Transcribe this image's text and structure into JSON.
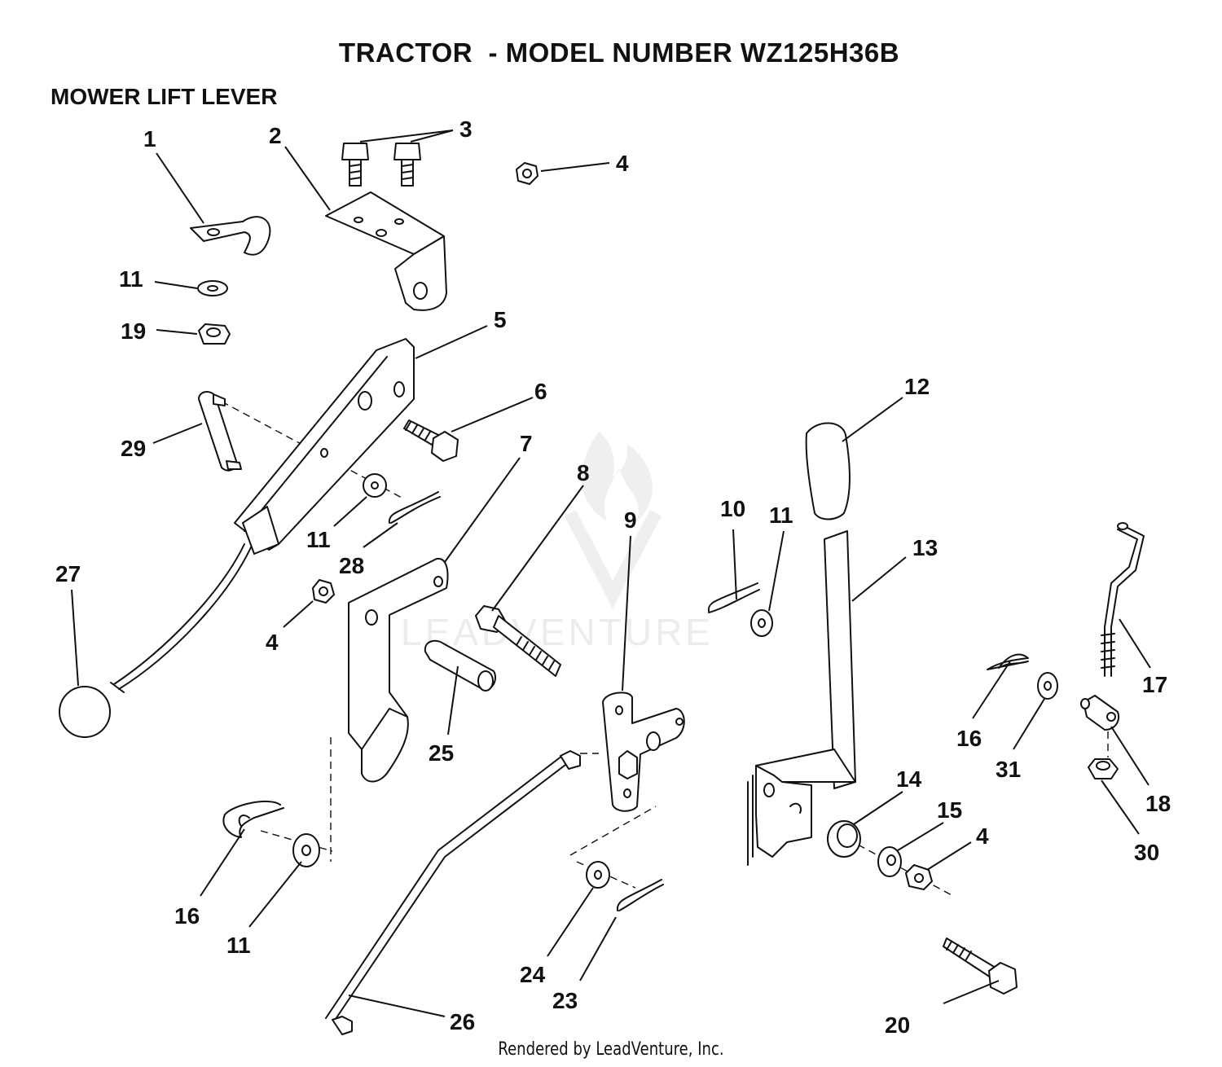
{
  "header": {
    "title": "TRACTOR  - MODEL NUMBER WZ125H36B",
    "subtitle": "MOWER LIFT LEVER"
  },
  "footer": {
    "text": "Rendered by LeadVenture, Inc."
  },
  "watermark": {
    "text": "LEADVENTURE",
    "color": "#ececec"
  },
  "callouts": {
    "c1": "1",
    "c2": "2",
    "c3": "3",
    "c4a": "4",
    "c4b": "4",
    "c4c": "4",
    "c5": "5",
    "c6": "6",
    "c7": "7",
    "c8": "8",
    "c9": "9",
    "c10": "10",
    "c11a": "11",
    "c11b": "11",
    "c11c": "11",
    "c11d": "11",
    "c12": "12",
    "c13": "13",
    "c14": "14",
    "c15": "15",
    "c16a": "16",
    "c16b": "16",
    "c17": "17",
    "c18": "18",
    "c19": "19",
    "c20": "20",
    "c23": "23",
    "c24": "24",
    "c25": "25",
    "c26": "26",
    "c27": "27",
    "c28": "28",
    "c29": "29",
    "c30": "30",
    "c31": "31"
  }
}
